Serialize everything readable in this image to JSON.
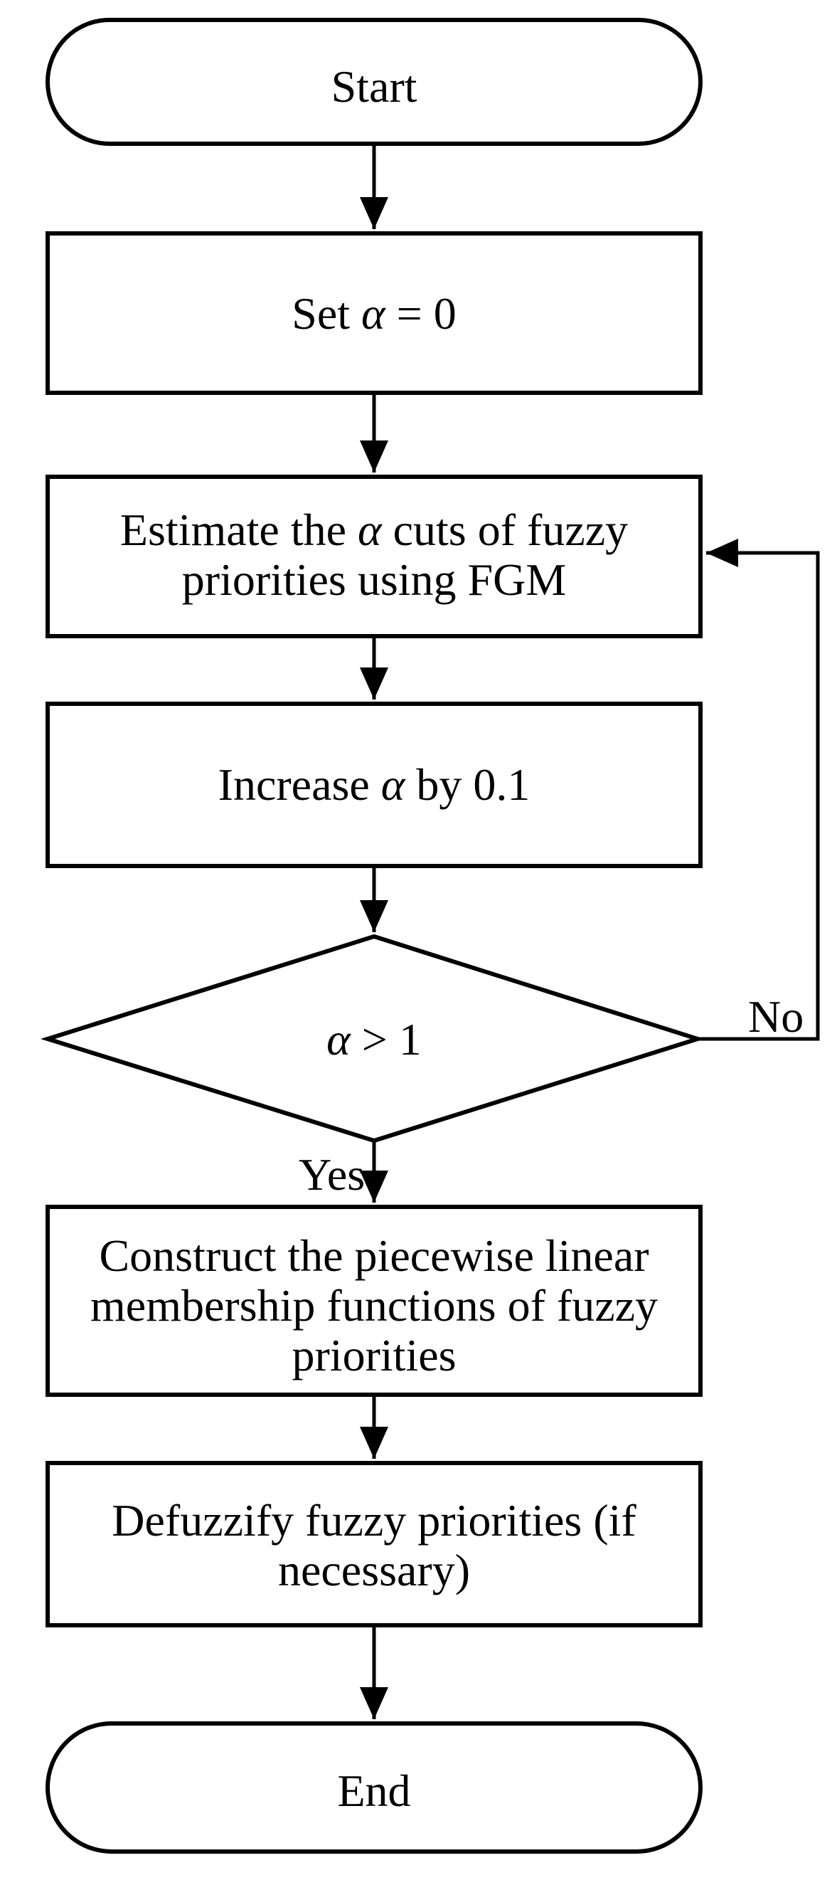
{
  "nodes": {
    "start": "Start",
    "set_alpha": {
      "prefix": "Set ",
      "symbol": "α",
      "suffix": " = 0"
    },
    "estimate": {
      "line1_prefix": "Estimate the ",
      "symbol": "α",
      "line1_suffix": " cuts of fuzzy",
      "line2": "priorities using FGM"
    },
    "increase": {
      "prefix": "Increase ",
      "symbol": "α",
      "suffix": " by 0.1"
    },
    "decision": {
      "symbol": "α",
      "suffix": " > 1"
    },
    "construct": {
      "line1": "Construct the piecewise linear",
      "line2": "membership functions of fuzzy",
      "line3": "priorities"
    },
    "defuzzify": {
      "line1": "Defuzzify fuzzy priorities (if",
      "line2": "necessary)"
    },
    "end": "End"
  },
  "edges": {
    "no_label": "No",
    "yes_label": "Yes"
  }
}
